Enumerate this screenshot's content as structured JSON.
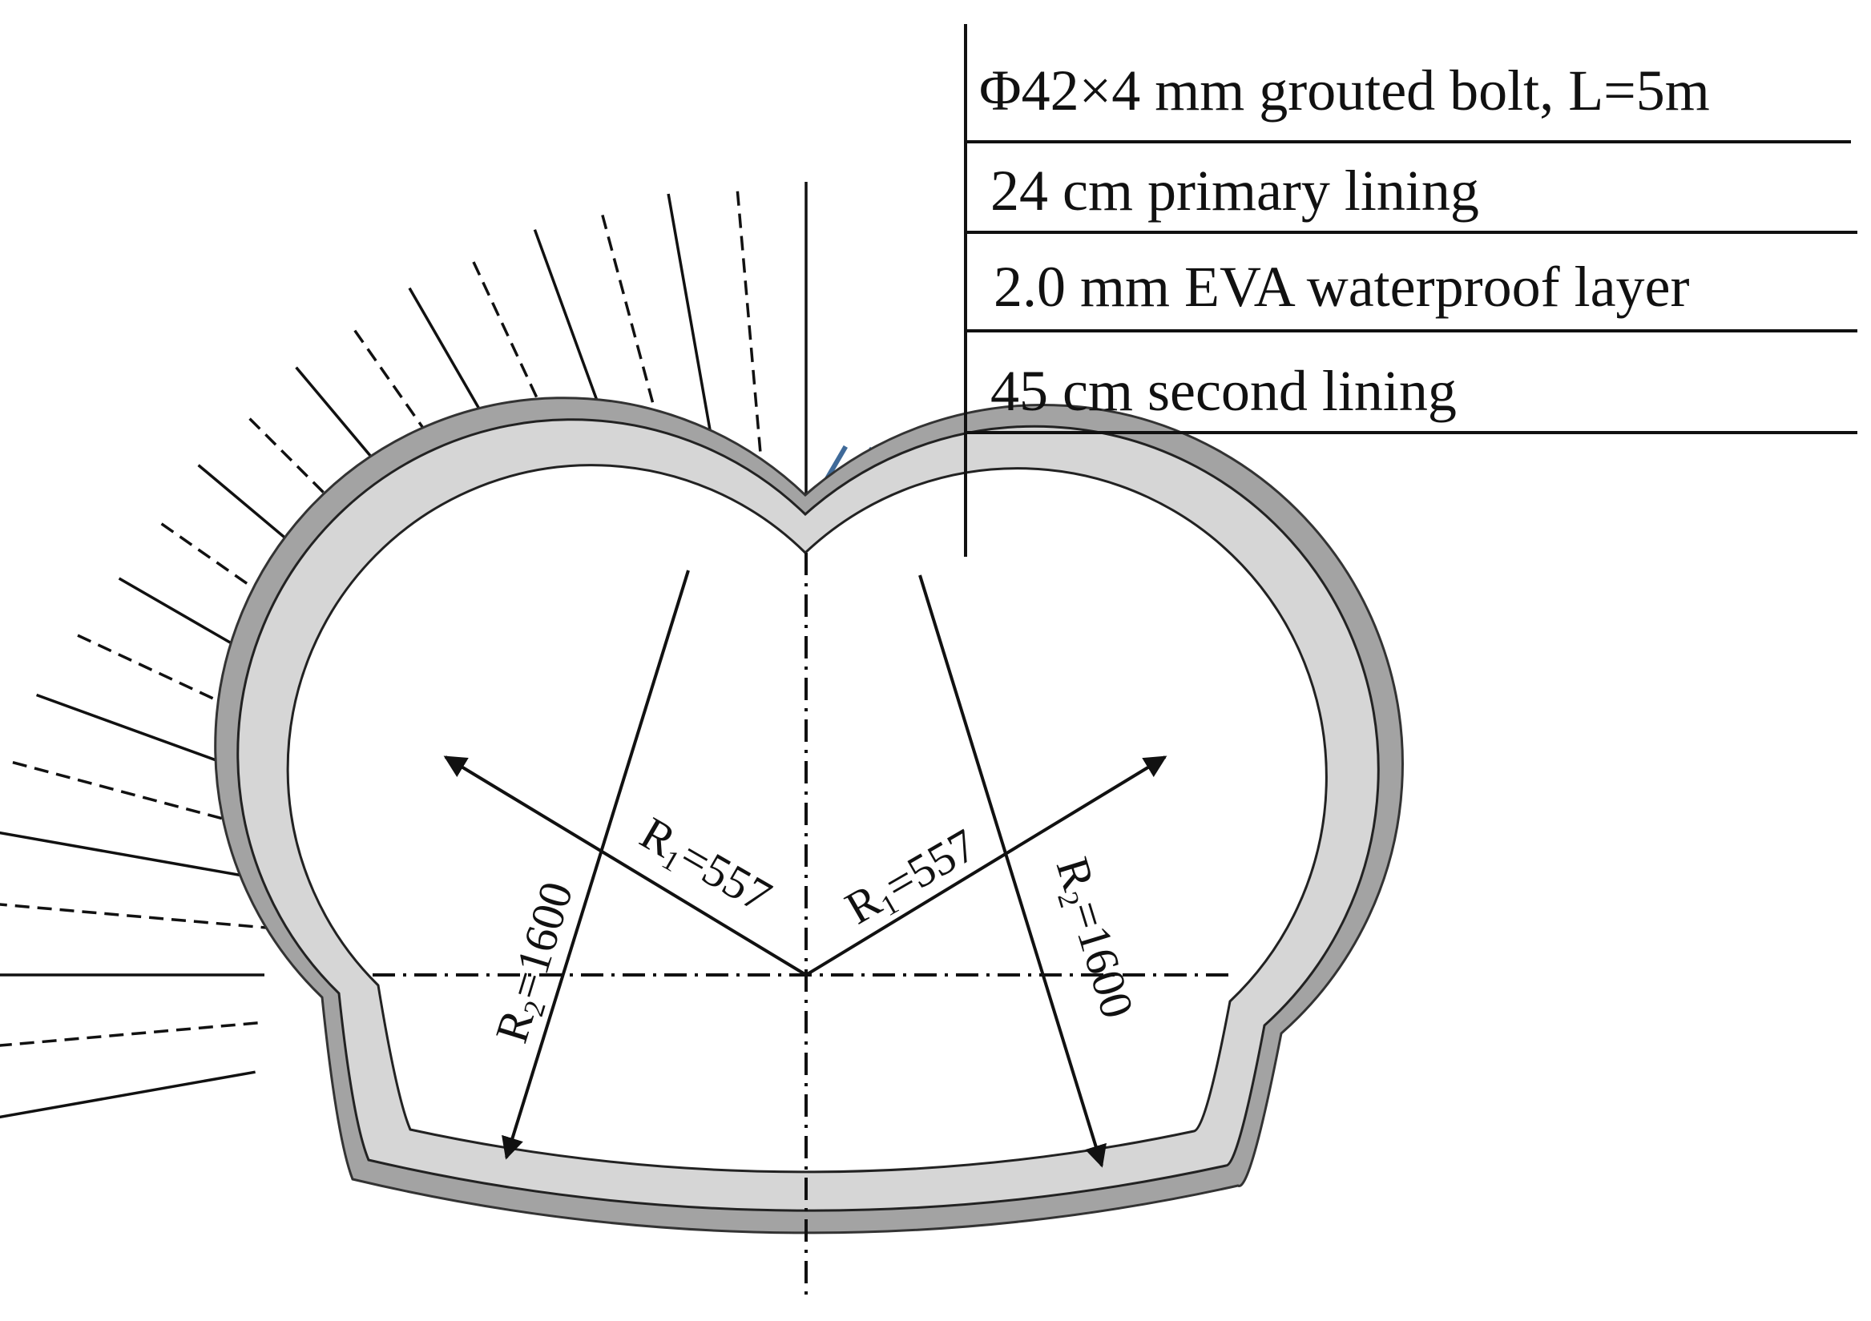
{
  "legend": {
    "items": [
      {
        "id": "bolt",
        "label": "Φ42×4 mm grouted bolt, L=5m"
      },
      {
        "id": "primary",
        "label": "24 cm primary lining"
      },
      {
        "id": "eva",
        "label": "2.0 mm EVA waterproof layer"
      },
      {
        "id": "second",
        "label": "45 cm second lining"
      }
    ]
  },
  "dimensions": {
    "r1_left": {
      "prefix": "R",
      "sub": "1",
      "suffix": "=557"
    },
    "r1_right": {
      "prefix": "R",
      "sub": "1",
      "suffix": "=557"
    },
    "r2_left": {
      "prefix": "R",
      "sub": "2",
      "suffix": "=1600"
    },
    "r2_right": {
      "prefix": "R",
      "sub": "2",
      "suffix": "=1600"
    }
  },
  "colors": {
    "primary_lining": "#a3a3a3",
    "second_lining": "#d6d6d6",
    "pipe_roof": "#3f6a99",
    "line": "#111111"
  }
}
